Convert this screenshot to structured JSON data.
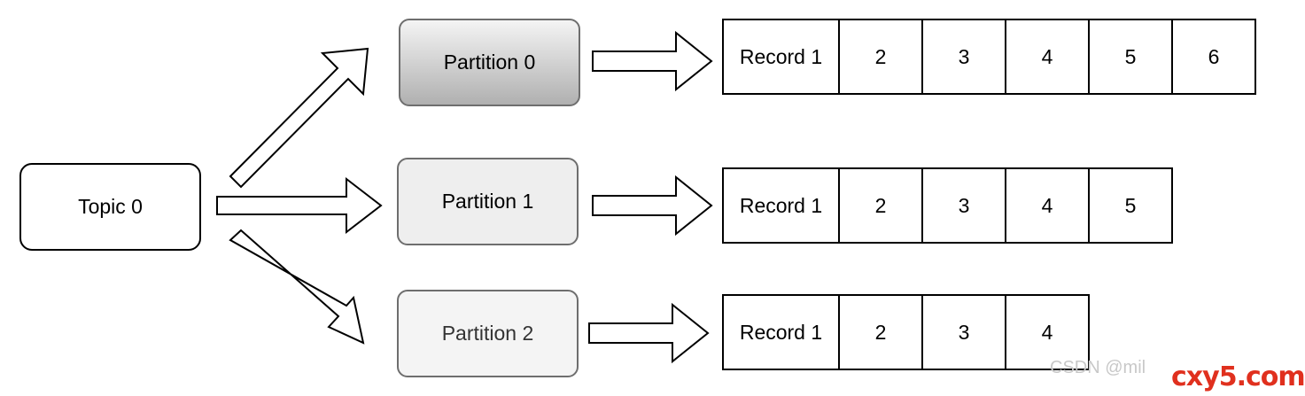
{
  "topic": {
    "label": "Topic 0"
  },
  "partitions": [
    {
      "label": "Partition 0",
      "fill": "#b0b0b0"
    },
    {
      "label": "Partition 1",
      "fill": "#eeeeee"
    },
    {
      "label": "Partition 2",
      "fill": "#f4f4f4"
    }
  ],
  "rows": [
    {
      "cells": [
        "Record 1",
        "2",
        "3",
        "4",
        "5",
        "6"
      ]
    },
    {
      "cells": [
        "Record 1",
        "2",
        "3",
        "4",
        "5"
      ]
    },
    {
      "cells": [
        "Record 1",
        "2",
        "3",
        "4"
      ]
    }
  ],
  "watermark": {
    "text": "CSDN @mil",
    "brand": "cxy5.com"
  }
}
